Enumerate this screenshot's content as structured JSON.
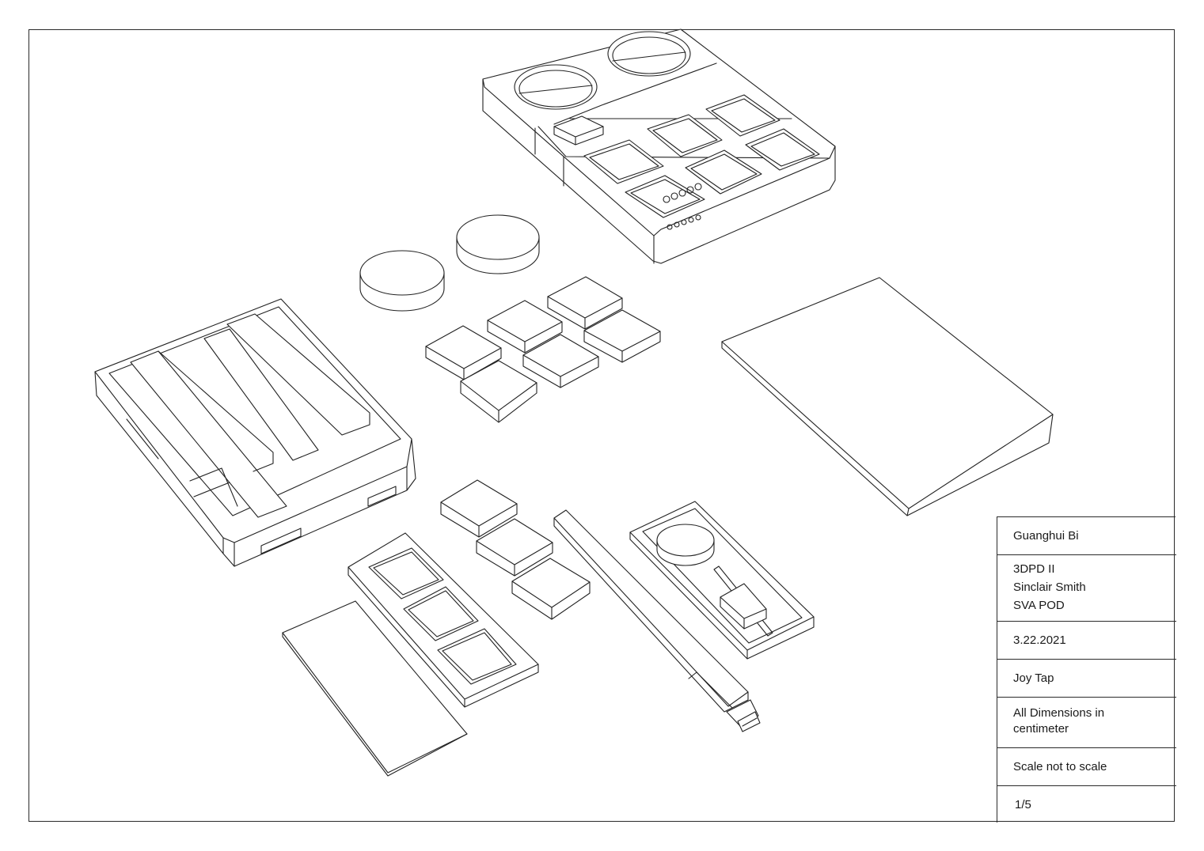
{
  "title_block": {
    "designer": "Guanghui Bi",
    "course_lines": [
      "3DPD II",
      "Sinclair Smith",
      "SVA POD"
    ],
    "date": "3.22.2021",
    "project": "Joy Tap",
    "dimensions_lines": [
      "All Dimensions in",
      "centimeter"
    ],
    "scale": "Scale not to scale",
    "sheet": "1/5"
  }
}
